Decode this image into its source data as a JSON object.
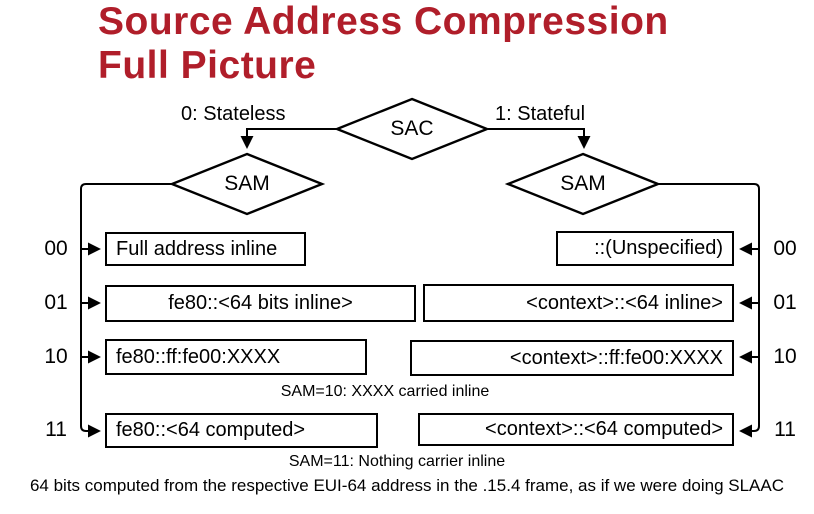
{
  "title": {
    "line1": "Source Address Compression",
    "line2": "Full Picture"
  },
  "colors": {
    "title_red": "#B01E2A",
    "line_black": "#000000"
  },
  "tree": {
    "root_label": "SAC",
    "branch_left": "0: Stateless",
    "branch_right": "1: Stateful",
    "left_node_label": "SAM",
    "right_node_label": "SAM",
    "left_rows": [
      {
        "code": "00",
        "value": "Full address inline"
      },
      {
        "code": "01",
        "value": "fe80::<64 bits inline>"
      },
      {
        "code": "10",
        "value": "fe80::ff:fe00:XXXX"
      },
      {
        "code": "11",
        "value": "fe80::<64 computed>"
      }
    ],
    "right_rows": [
      {
        "code": "00",
        "value": "::(Unspecified)"
      },
      {
        "code": "01",
        "value": "<context>::<64 inline>"
      },
      {
        "code": "10",
        "value": "<context>::ff:fe00:XXXX"
      },
      {
        "code": "11",
        "value": "<context>::<64 computed>"
      }
    ],
    "note_sam10": "SAM=10: XXXX carried inline",
    "note_sam11": "SAM=11: Nothing carrier inline"
  },
  "footer": "64 bits computed from the respective EUI-64 address in the .15.4 frame, as if we were doing SLAAC"
}
